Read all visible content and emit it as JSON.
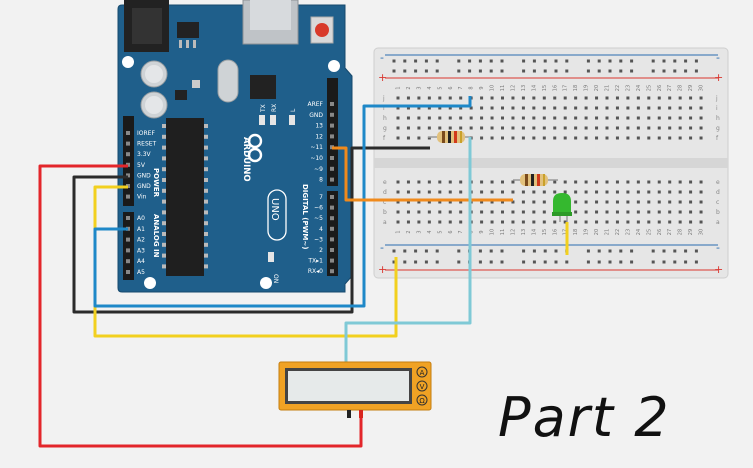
{
  "colors": {
    "board": "#1f5f8b",
    "board_dark": "#174a6d",
    "breadboard": "#e6e6e6",
    "rail_red": "#d9352f",
    "rail_blue": "#2b6cb0",
    "wire_red": "#e3262b",
    "wire_black": "#2b2b2b",
    "wire_yellow": "#f2d01f",
    "wire_blue": "#1e88c8",
    "wire_orange": "#f08a1c",
    "wire_cyan": "#7fc9d6",
    "led": "#35b82f",
    "multimeter": "#f0a224",
    "background": "#f2f2f2"
  },
  "arduino": {
    "brand": "ARDUINO",
    "model": "UNO",
    "logo_icon": "infinity-icon",
    "on_label": "ON",
    "power_group_label": "POWER",
    "analog_group_label": "ANALOG IN",
    "digital_group_label": "DIGITAL (PWM~)",
    "l_label": "L",
    "tx_label": "TX",
    "rx_label": "RX",
    "power_pins": [
      "IOREF",
      "RESET",
      "3.3V",
      "5V",
      "GND",
      "GND",
      "Vin"
    ],
    "analog_pins": [
      "A0",
      "A1",
      "A2",
      "A3",
      "A4",
      "A5"
    ],
    "digital_top_pins": [
      "AREF",
      "GND",
      "13",
      "12",
      "~11",
      "~10",
      "~9",
      "8"
    ],
    "digital_bottom_pins": [
      "7",
      "~6",
      "~5",
      "4",
      "~3",
      "2",
      "TX▸1",
      "RX◂0"
    ]
  },
  "breadboard": {
    "columns": [
      "1",
      "2",
      "3",
      "4",
      "5",
      "6",
      "7",
      "8",
      "9",
      "10",
      "11",
      "12",
      "13",
      "14",
      "15",
      "16",
      "17",
      "18",
      "19",
      "20",
      "21",
      "22",
      "23",
      "24",
      "25",
      "26",
      "27",
      "28",
      "29",
      "30"
    ],
    "top_rows": [
      "j",
      "i",
      "h",
      "g",
      "f"
    ],
    "bottom_rows": [
      "e",
      "d",
      "c",
      "b",
      "a"
    ],
    "minus_label": "-",
    "plus_label": "+"
  },
  "multimeter": {
    "mode_labels": [
      "A",
      "V",
      "Ω"
    ],
    "display_value": ""
  },
  "annotation": {
    "text": "Part 2"
  }
}
